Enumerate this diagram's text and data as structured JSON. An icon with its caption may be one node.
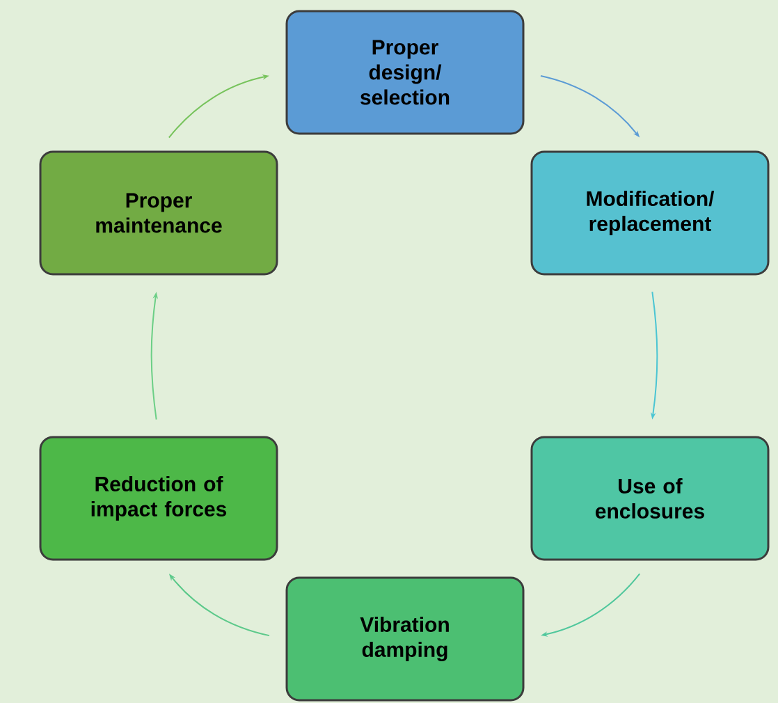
{
  "diagram": {
    "nodes": [
      {
        "text": [
          "Proper design/ selection"
        ]
      },
      {
        "text": [
          "Modification/ replacement"
        ]
      },
      {
        "text": [
          "Use of enclosures"
        ]
      },
      {
        "text": [
          "Vibration damping"
        ]
      },
      {
        "text": [
          "Reduction of impact forces"
        ]
      },
      {
        "text": [
          "Proper maintenance"
        ]
      }
    ],
    "edges": [
      {
        "from": 0,
        "to": 1,
        "arrow": "to",
        "color": "#5b9bd5"
      },
      {
        "from": 1,
        "to": 2,
        "arrow": "to",
        "color": "#4bc5d3"
      },
      {
        "from": 2,
        "to": 3,
        "arrow": "to",
        "color": "#4fc79c"
      },
      {
        "from": 3,
        "to": 4,
        "arrow": "to",
        "color": "#5cc98a"
      },
      {
        "from": 4,
        "to": 5,
        "arrow": "to",
        "color": "#6ccf86"
      },
      {
        "from": 5,
        "to": 0,
        "arrow": "to",
        "color": "#77c35c"
      }
    ]
  }
}
